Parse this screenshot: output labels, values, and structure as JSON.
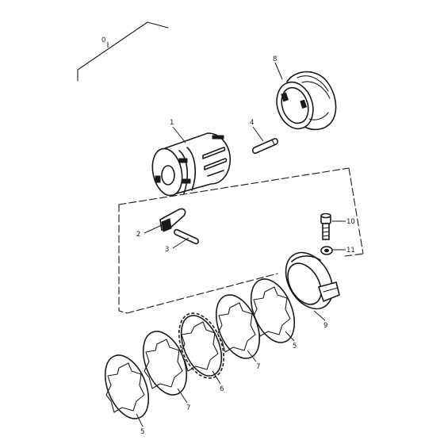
{
  "labels": {
    "assembly": "0",
    "l1": "1",
    "l2": "2",
    "l3": "3",
    "l4": "4",
    "l5a": "5",
    "l5b": "5",
    "l6": "6",
    "l7a": "7",
    "l7b": "7",
    "l8": "8",
    "l9": "9",
    "l10": "10",
    "l11": "11"
  },
  "colors": {
    "ink": "#1a1a1a",
    "paper": "#ffffff"
  }
}
